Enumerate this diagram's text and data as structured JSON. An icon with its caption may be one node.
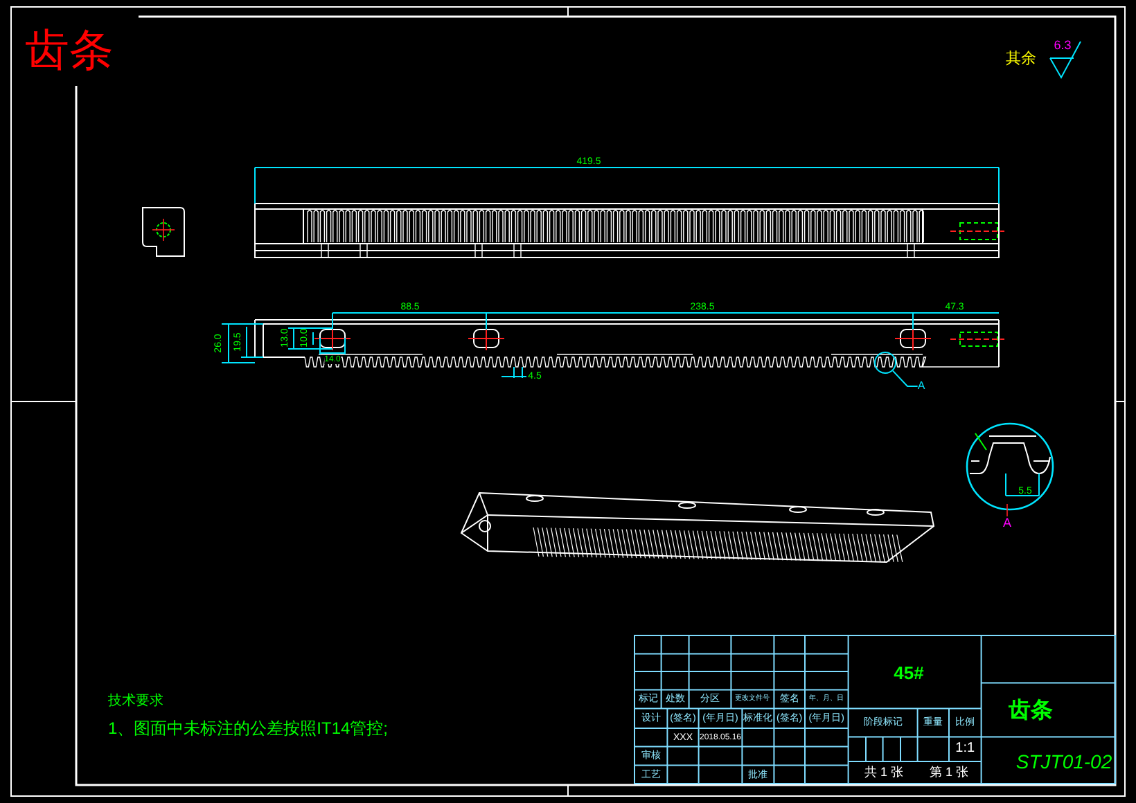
{
  "diagram": {
    "title": "齿条",
    "nodes": [
      {
        "text": [
          "A"
        ]
      },
      {
        "text": [],
        "shape": "circle"
      }
    ],
    "edges": [
      {
        "from": 0,
        "to": 1,
        "arrow": "none"
      }
    ],
    "labels": [
      "其余",
      "6.3",
      "419.5",
      "88.5",
      "238.5",
      "47.3",
      "26.0",
      "19.5",
      "13.0",
      "10.0",
      "14.0",
      "4.5",
      "5.5",
      "A",
      "技术要求",
      "1、图面中未标注的公差按照IT14管控;",
      "45#",
      "标记",
      "处数",
      "分区",
      "更改文件号",
      "签名",
      "年、月、日",
      "设计",
      "(签名)",
      "(年月日)",
      "标准化",
      "(签名)",
      "(年月日)",
      "XXX",
      "2018.05.16",
      "审核",
      "工艺",
      "批准",
      "阶段标记",
      "重量",
      "比例",
      "1:1",
      "共 1 张",
      "第 1 张",
      "齿条",
      "STJT01-02"
    ]
  }
}
